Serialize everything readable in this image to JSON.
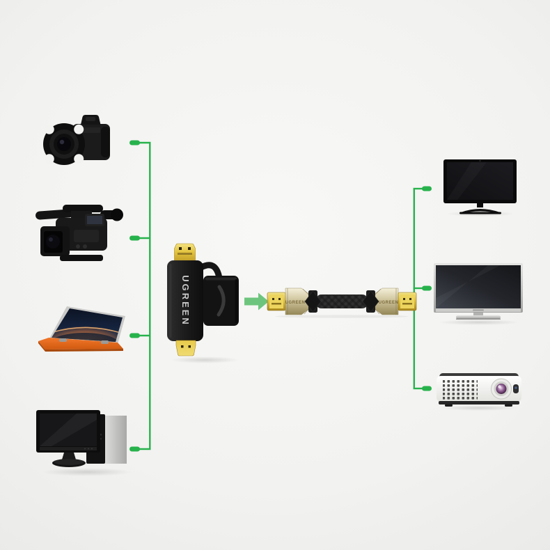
{
  "adapter": {
    "brand_label": "UGREEN"
  },
  "cable": {
    "left_connector_label": "UGREEN",
    "right_connector_label": "UGREEN"
  },
  "source_devices": [
    {
      "icon": "dslr-camera-icon"
    },
    {
      "icon": "camcorder-icon"
    },
    {
      "icon": "convertible-laptop-icon"
    },
    {
      "icon": "desktop-pc-icon"
    }
  ],
  "display_devices": [
    {
      "icon": "tv-icon"
    },
    {
      "icon": "led-tv-icon"
    },
    {
      "icon": "projector-icon"
    }
  ],
  "arrow": {
    "icon": "right-arrow-icon"
  },
  "colors": {
    "background": "#f2f2f0",
    "connector_line_green": "#27b24c",
    "arrow_green": "#6dc57d",
    "hdmi_gold": "#e0c244",
    "adapter_black": "#191919",
    "cable_metal": "#cfc49c",
    "cable_braid": "#262626"
  }
}
